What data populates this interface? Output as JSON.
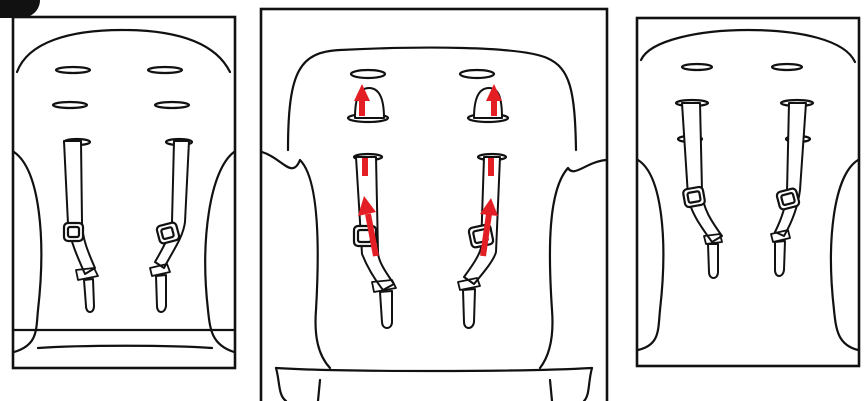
{
  "figure": {
    "panels": [
      {
        "name": "panel-initial",
        "description_hidden": true
      },
      {
        "name": "panel-threading"
      },
      {
        "name": "panel-final"
      }
    ],
    "colors": {
      "line": "#111111",
      "arrow": "#e31e24",
      "background": "#ffffff"
    },
    "icons": [
      "harness-strap-icon",
      "buckle-icon",
      "up-arrow-icon"
    ]
  }
}
